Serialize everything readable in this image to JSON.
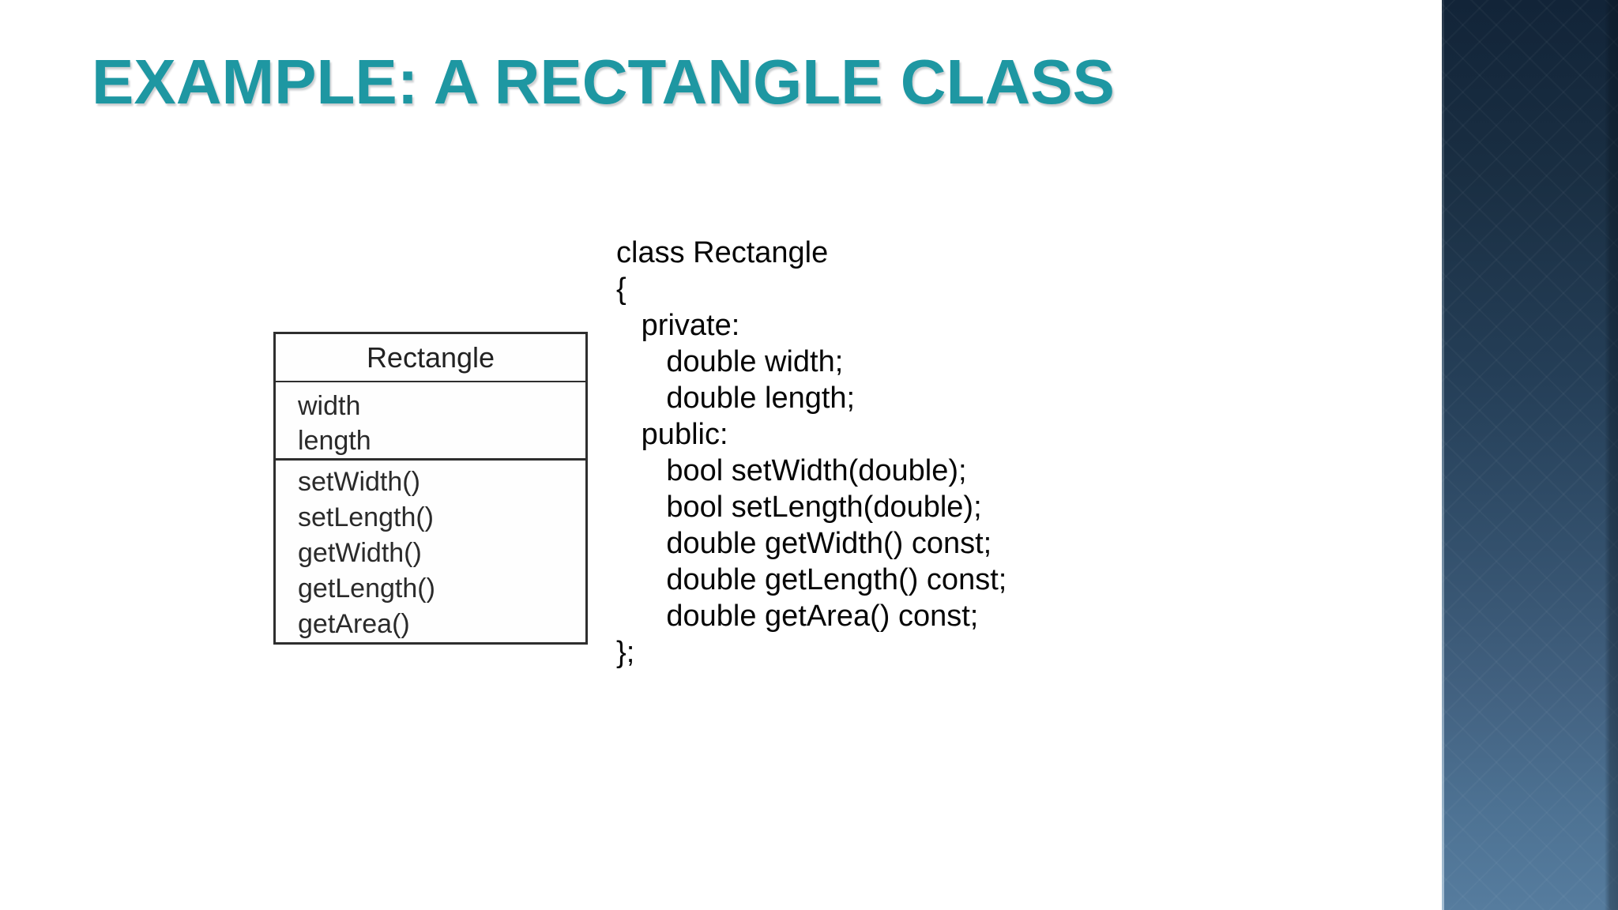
{
  "slide": {
    "title": "EXAMPLE: A RECTANGLE CLASS",
    "background_color": "#ffffff",
    "title_color": "#1e97a2"
  },
  "uml": {
    "class_name": "Rectangle",
    "attributes": [
      "width",
      "length"
    ],
    "methods": [
      "setWidth()",
      "setLength()",
      "getWidth()",
      "getLength()",
      "getArea()"
    ]
  },
  "code": {
    "lines": [
      "class Rectangle",
      "{",
      "   private:",
      "      double width;",
      "      double length;",
      "   public:",
      "      bool setWidth(double);",
      "      bool setLength(double);",
      "      double getWidth() const;",
      "      double getLength() const;",
      "      double getArea() const;",
      "};"
    ]
  },
  "sidebar": {
    "gradient_top_color": "#122438",
    "gradient_bottom_color": "#567c9e"
  }
}
